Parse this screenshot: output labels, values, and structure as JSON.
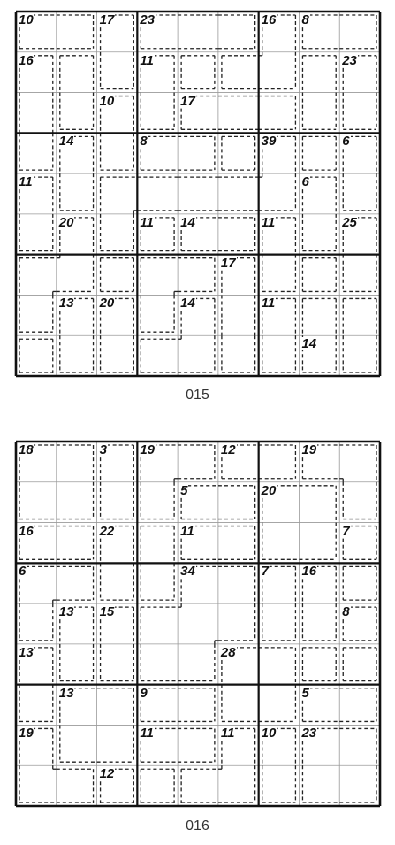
{
  "puzzles": [
    {
      "label": "015",
      "clues": [
        {
          "r": 0,
          "c": 0,
          "v": "10"
        },
        {
          "r": 0,
          "c": 2,
          "v": "17"
        },
        {
          "r": 0,
          "c": 3,
          "v": "23"
        },
        {
          "r": 0,
          "c": 6,
          "v": "16"
        },
        {
          "r": 0,
          "c": 7,
          "v": "8"
        },
        {
          "r": 1,
          "c": 0,
          "v": "16"
        },
        {
          "r": 1,
          "c": 3,
          "v": "11"
        },
        {
          "r": 1,
          "c": 8,
          "v": "23"
        },
        {
          "r": 2,
          "c": 2,
          "v": "10"
        },
        {
          "r": 2,
          "c": 4,
          "v": "17"
        },
        {
          "r": 3,
          "c": 1,
          "v": "14"
        },
        {
          "r": 3,
          "c": 3,
          "v": "8"
        },
        {
          "r": 3,
          "c": 6,
          "v": "39"
        },
        {
          "r": 3,
          "c": 8,
          "v": "6"
        },
        {
          "r": 4,
          "c": 0,
          "v": "11"
        },
        {
          "r": 4,
          "c": 7,
          "v": "6"
        },
        {
          "r": 5,
          "c": 1,
          "v": "20"
        },
        {
          "r": 5,
          "c": 3,
          "v": "11"
        },
        {
          "r": 5,
          "c": 4,
          "v": "14"
        },
        {
          "r": 5,
          "c": 6,
          "v": "11"
        },
        {
          "r": 5,
          "c": 8,
          "v": "25"
        },
        {
          "r": 6,
          "c": 5,
          "v": "17"
        },
        {
          "r": 7,
          "c": 1,
          "v": "13"
        },
        {
          "r": 7,
          "c": 2,
          "v": "20"
        },
        {
          "r": 7,
          "c": 4,
          "v": "14"
        },
        {
          "r": 7,
          "c": 6,
          "v": "11"
        },
        {
          "r": 8,
          "c": 7,
          "v": "14"
        }
      ],
      "cages": [
        [
          [
            0,
            0
          ],
          [
            0,
            1
          ]
        ],
        [
          [
            0,
            2
          ],
          [
            1,
            2
          ]
        ],
        [
          [
            0,
            3
          ],
          [
            0,
            4
          ],
          [
            0,
            5
          ]
        ],
        [
          [
            0,
            6
          ],
          [
            1,
            6
          ],
          [
            1,
            5
          ]
        ],
        [
          [
            0,
            7
          ],
          [
            0,
            8
          ]
        ],
        [
          [
            1,
            0
          ],
          [
            2,
            0
          ],
          [
            3,
            0
          ]
        ],
        [
          [
            1,
            1
          ],
          [
            2,
            1
          ]
        ],
        [
          [
            1,
            3
          ],
          [
            2,
            3
          ]
        ],
        [
          [
            1,
            4
          ]
        ],
        [
          [
            1,
            7
          ],
          [
            2,
            7
          ]
        ],
        [
          [
            1,
            8
          ],
          [
            2,
            8
          ]
        ],
        [
          [
            2,
            2
          ],
          [
            3,
            2
          ]
        ],
        [
          [
            2,
            4
          ],
          [
            2,
            5
          ],
          [
            2,
            6
          ]
        ],
        [
          [
            3,
            1
          ],
          [
            4,
            1
          ]
        ],
        [
          [
            3,
            3
          ],
          [
            3,
            4
          ]
        ],
        [
          [
            3,
            5
          ]
        ],
        [
          [
            3,
            6
          ],
          [
            4,
            6
          ],
          [
            4,
            5
          ],
          [
            4,
            4
          ],
          [
            4,
            3
          ],
          [
            4,
            2
          ],
          [
            5,
            2
          ]
        ],
        [
          [
            3,
            7
          ]
        ],
        [
          [
            3,
            8
          ],
          [
            4,
            8
          ]
        ],
        [
          [
            4,
            0
          ],
          [
            5,
            0
          ]
        ],
        [
          [
            4,
            7
          ],
          [
            5,
            7
          ]
        ],
        [
          [
            5,
            1
          ],
          [
            6,
            1
          ],
          [
            6,
            0
          ],
          [
            7,
            0
          ]
        ],
        [
          [
            5,
            3
          ]
        ],
        [
          [
            5,
            4
          ],
          [
            5,
            5
          ]
        ],
        [
          [
            5,
            6
          ],
          [
            6,
            6
          ]
        ],
        [
          [
            5,
            8
          ],
          [
            6,
            8
          ]
        ],
        [
          [
            6,
            2
          ]
        ],
        [
          [
            6,
            3
          ],
          [
            6,
            4
          ],
          [
            7,
            3
          ]
        ],
        [
          [
            6,
            5
          ],
          [
            7,
            5
          ],
          [
            8,
            5
          ]
        ],
        [
          [
            6,
            7
          ]
        ],
        [
          [
            7,
            1
          ],
          [
            8,
            1
          ]
        ],
        [
          [
            7,
            2
          ],
          [
            8,
            2
          ]
        ],
        [
          [
            7,
            4
          ],
          [
            8,
            4
          ],
          [
            8,
            3
          ]
        ],
        [
          [
            7,
            6
          ],
          [
            8,
            6
          ]
        ],
        [
          [
            7,
            7
          ],
          [
            8,
            7
          ]
        ],
        [
          [
            7,
            8
          ],
          [
            8,
            8
          ]
        ],
        [
          [
            8,
            0
          ]
        ]
      ]
    },
    {
      "label": "016",
      "clues": [
        {
          "r": 0,
          "c": 0,
          "v": "18"
        },
        {
          "r": 0,
          "c": 2,
          "v": "3"
        },
        {
          "r": 0,
          "c": 3,
          "v": "19"
        },
        {
          "r": 0,
          "c": 5,
          "v": "12"
        },
        {
          "r": 0,
          "c": 7,
          "v": "19"
        },
        {
          "r": 1,
          "c": 4,
          "v": "5"
        },
        {
          "r": 1,
          "c": 6,
          "v": "20"
        },
        {
          "r": 2,
          "c": 0,
          "v": "16"
        },
        {
          "r": 2,
          "c": 2,
          "v": "22"
        },
        {
          "r": 2,
          "c": 4,
          "v": "11"
        },
        {
          "r": 2,
          "c": 8,
          "v": "7"
        },
        {
          "r": 3,
          "c": 0,
          "v": "6"
        },
        {
          "r": 3,
          "c": 4,
          "v": "34"
        },
        {
          "r": 3,
          "c": 6,
          "v": "7"
        },
        {
          "r": 3,
          "c": 7,
          "v": "16"
        },
        {
          "r": 4,
          "c": 1,
          "v": "13"
        },
        {
          "r": 4,
          "c": 2,
          "v": "15"
        },
        {
          "r": 4,
          "c": 8,
          "v": "8"
        },
        {
          "r": 5,
          "c": 0,
          "v": "13"
        },
        {
          "r": 5,
          "c": 5,
          "v": "28"
        },
        {
          "r": 6,
          "c": 1,
          "v": "13"
        },
        {
          "r": 6,
          "c": 3,
          "v": "9"
        },
        {
          "r": 6,
          "c": 7,
          "v": "5"
        },
        {
          "r": 7,
          "c": 0,
          "v": "19"
        },
        {
          "r": 7,
          "c": 3,
          "v": "11"
        },
        {
          "r": 7,
          "c": 5,
          "v": "11"
        },
        {
          "r": 7,
          "c": 6,
          "v": "10"
        },
        {
          "r": 7,
          "c": 7,
          "v": "23"
        },
        {
          "r": 8,
          "c": 2,
          "v": "12"
        }
      ],
      "cages": [
        [
          [
            0,
            0
          ],
          [
            0,
            1
          ],
          [
            1,
            0
          ],
          [
            1,
            1
          ]
        ],
        [
          [
            0,
            2
          ],
          [
            1,
            2
          ]
        ],
        [
          [
            0,
            3
          ],
          [
            0,
            4
          ],
          [
            1,
            3
          ]
        ],
        [
          [
            0,
            5
          ],
          [
            0,
            6
          ]
        ],
        [
          [
            0,
            7
          ],
          [
            0,
            8
          ],
          [
            1,
            8
          ]
        ],
        [
          [
            1,
            4
          ],
          [
            1,
            5
          ]
        ],
        [
          [
            1,
            6
          ],
          [
            1,
            7
          ],
          [
            2,
            6
          ],
          [
            2,
            7
          ]
        ],
        [
          [
            2,
            0
          ],
          [
            2,
            1
          ]
        ],
        [
          [
            2,
            2
          ],
          [
            3,
            2
          ]
        ],
        [
          [
            2,
            3
          ],
          [
            3,
            3
          ]
        ],
        [
          [
            2,
            4
          ],
          [
            2,
            5
          ]
        ],
        [
          [
            2,
            8
          ]
        ],
        [
          [
            3,
            0
          ],
          [
            3,
            1
          ],
          [
            4,
            0
          ]
        ],
        [
          [
            3,
            4
          ],
          [
            3,
            5
          ],
          [
            4,
            3
          ],
          [
            4,
            4
          ],
          [
            4,
            5
          ],
          [
            5,
            3
          ],
          [
            5,
            4
          ]
        ],
        [
          [
            3,
            6
          ],
          [
            4,
            6
          ]
        ],
        [
          [
            3,
            7
          ],
          [
            4,
            7
          ]
        ],
        [
          [
            3,
            8
          ]
        ],
        [
          [
            4,
            1
          ],
          [
            5,
            1
          ]
        ],
        [
          [
            4,
            2
          ],
          [
            5,
            2
          ]
        ],
        [
          [
            4,
            8
          ],
          [
            5,
            7
          ]
        ],
        [
          [
            5,
            0
          ],
          [
            6,
            0
          ]
        ],
        [
          [
            5,
            5
          ],
          [
            5,
            6
          ],
          [
            6,
            5
          ],
          [
            6,
            6
          ]
        ],
        [
          [
            5,
            8
          ]
        ],
        [
          [
            6,
            1
          ],
          [
            6,
            2
          ],
          [
            7,
            1
          ],
          [
            7,
            2
          ]
        ],
        [
          [
            6,
            3
          ],
          [
            6,
            4
          ]
        ],
        [
          [
            6,
            7
          ],
          [
            6,
            8
          ]
        ],
        [
          [
            7,
            0
          ],
          [
            8,
            0
          ],
          [
            8,
            1
          ]
        ],
        [
          [
            7,
            3
          ],
          [
            7,
            4
          ]
        ],
        [
          [
            7,
            5
          ],
          [
            8,
            4
          ],
          [
            8,
            5
          ]
        ],
        [
          [
            7,
            6
          ],
          [
            8,
            6
          ]
        ],
        [
          [
            7,
            7
          ],
          [
            7,
            8
          ],
          [
            8,
            7
          ],
          [
            8,
            8
          ]
        ],
        [
          [
            8,
            2
          ]
        ],
        [
          [
            8,
            3
          ]
        ]
      ]
    }
  ]
}
